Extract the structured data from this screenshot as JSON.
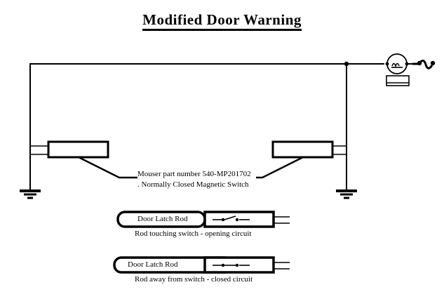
{
  "page": {
    "title": "Modified Door Warning",
    "background_color": "#ffffff",
    "ink_color": "#000000"
  },
  "schematic": {
    "name": "door-warning-circuit",
    "annotation_line1": "Mouser part number 540-MP201702",
    "annotation_line2": ". Normally Closed Magnetic Switch",
    "components": {
      "buzzer_label": "buzzer",
      "battery_label": "battery",
      "ground_left_label": "ground",
      "ground_right_label": "ground",
      "switch_left_label": "magnetic-switch",
      "switch_right_label": "magnetic-switch",
      "junction_label": "junction-dot",
      "lead_wire_label": "lead-wire"
    }
  },
  "legend": {
    "items": [
      {
        "rod_label": "Door Latch Rod",
        "caption": "Rod touching switch - opening circuit",
        "switch_state": "open"
      },
      {
        "rod_label": "Door Latch Rod",
        "caption": "Rod away from switch - closed circuit",
        "switch_state": "closed"
      }
    ]
  }
}
